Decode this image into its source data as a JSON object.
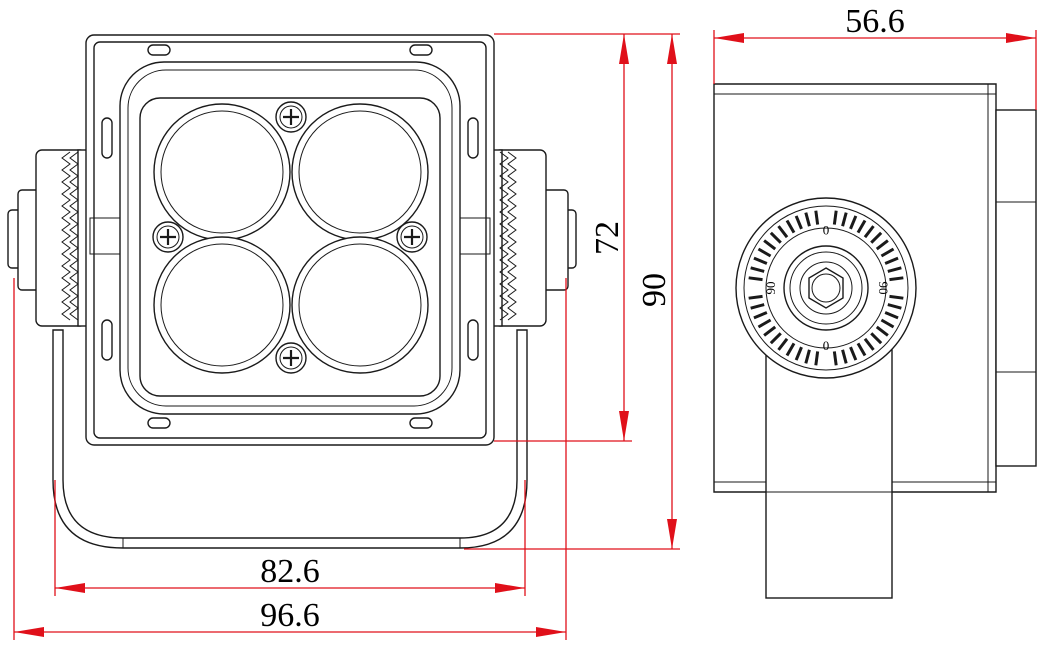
{
  "dimensions": {
    "overall_width": "96.6",
    "bracket_width": "82.6",
    "housing_height": "72",
    "overall_height": "90",
    "depth": "56.6"
  },
  "dial": {
    "labels": [
      "0",
      "90",
      "0",
      "90"
    ]
  },
  "colors": {
    "dimension_line": "#e0101a",
    "outline": "#1a1a1a",
    "background": "#ffffff"
  }
}
